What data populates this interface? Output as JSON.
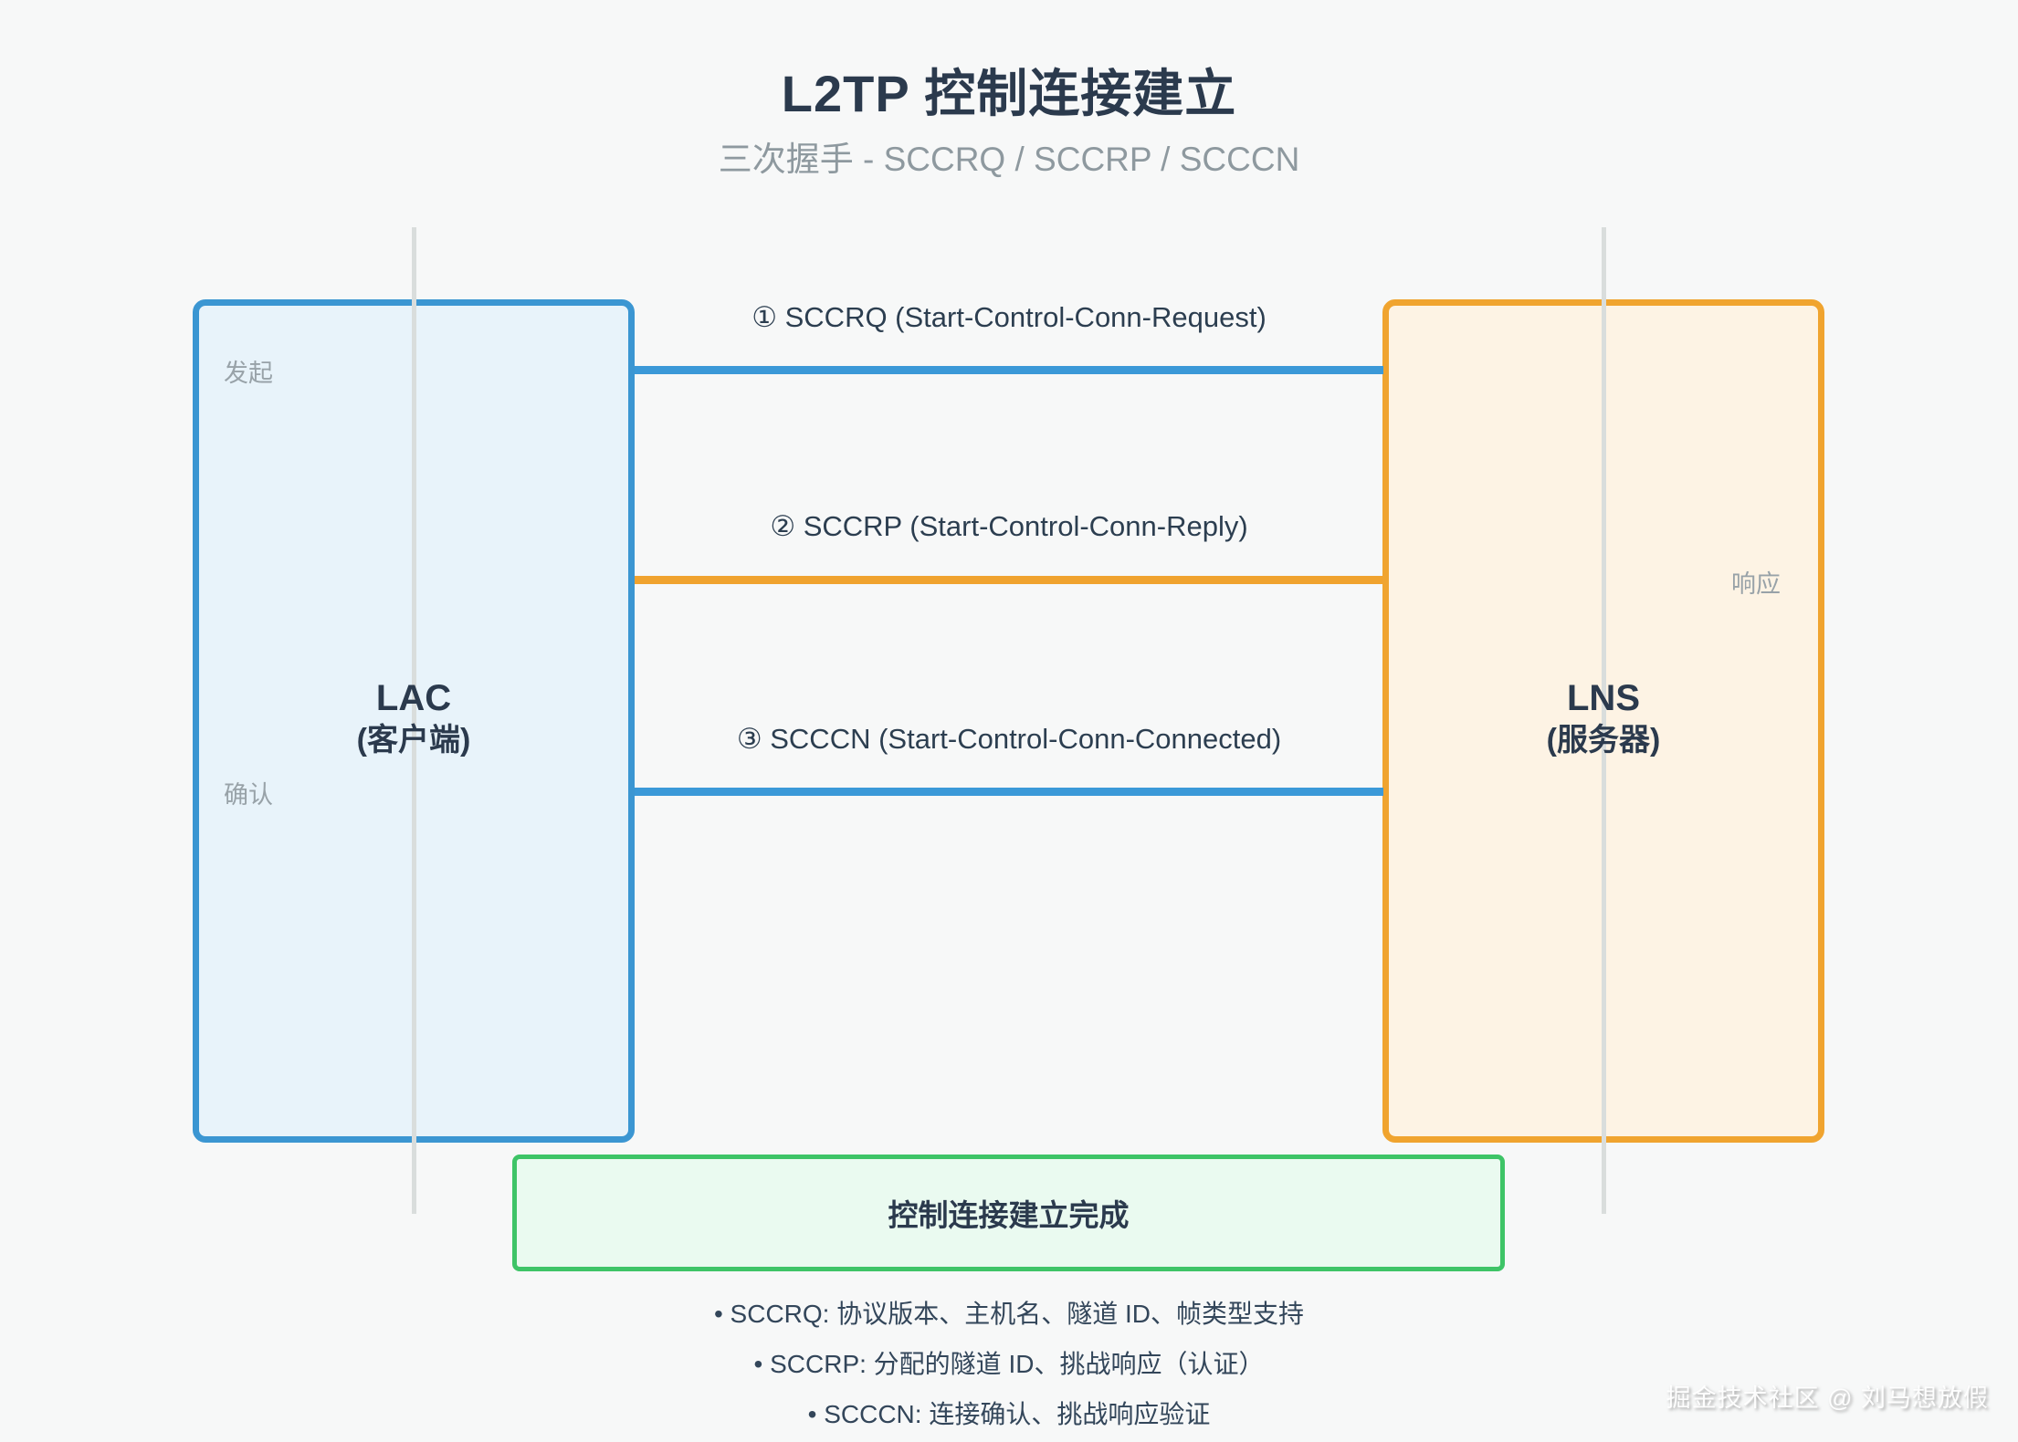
{
  "title": "L2TP 控制连接建立",
  "subtitle": "三次握手 - SCCRQ / SCCRP / SCCCN",
  "actors": {
    "lac": {
      "name": "LAC",
      "role": "(客户端)",
      "label_initiate": "发起",
      "label_confirm": "确认"
    },
    "lns": {
      "name": "LNS",
      "role": "(服务器)",
      "label_respond": "响应"
    }
  },
  "messages": [
    {
      "step": "1",
      "label": "① SCCRQ (Start-Control-Conn-Request)",
      "from": "LAC",
      "to": "LNS",
      "color": "#3b99d8"
    },
    {
      "step": "2",
      "label": "② SCCRP (Start-Control-Conn-Reply)",
      "from": "LNS",
      "to": "LAC",
      "color": "#f0a32f"
    },
    {
      "step": "3",
      "label": "③ SCCCN (Start-Control-Conn-Connected)",
      "from": "LAC",
      "to": "LNS",
      "color": "#3b99d8"
    }
  ],
  "completion_banner": "控制连接建立完成",
  "notes": [
    "• SCCRQ: 协议版本、主机名、隧道 ID、帧类型支持",
    "• SCCRP: 分配的隧道 ID、挑战响应（认证）",
    "• SCCCN: 连接确认、挑战响应验证"
  ],
  "watermark": "掘金技术社区 @ 刘马想放假",
  "colors": {
    "background": "#f7f8f8",
    "title_text": "#2b3a4d",
    "subtitle_text": "#8e999f",
    "lac_fill": "#e8f3fa",
    "lac_border": "#3b96d2",
    "lns_fill": "#fdf3e4",
    "lns_border": "#f0a42f",
    "lifeline": "#d9dddc",
    "message_blue": "#3b99d8",
    "message_orange": "#f0a32f",
    "banner_fill": "#eafaf0",
    "banner_border": "#3ec467",
    "side_label_text": "#98a2a8",
    "note_text": "#33465a"
  }
}
